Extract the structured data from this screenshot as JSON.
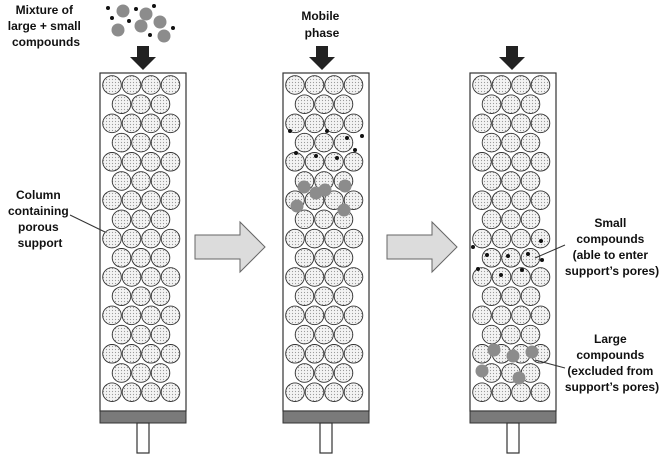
{
  "labels": {
    "mixture": [
      "Mixture of",
      "large + small",
      "compounds"
    ],
    "mobile_phase": [
      "Mobile",
      "phase"
    ],
    "column": [
      "Column",
      "containing",
      "porous",
      "support"
    ],
    "small": [
      "Small",
      "compounds",
      "(able to enter",
      "support’s pores)"
    ],
    "large": [
      "Large",
      "compounds",
      "(excluded from",
      "support’s pores)"
    ]
  },
  "stages": [
    "initial",
    "separating",
    "separated"
  ],
  "colors": {
    "bead_fill": "#e6e6e6",
    "bead_stroke": "#333333",
    "large_compound": "#8c8c8c",
    "small_compound": "#111111",
    "frit": "#7a7a7a",
    "arrow_fill": "#dcdcdc"
  },
  "icons": [
    "down-arrow-icon",
    "right-arrow-icon"
  ]
}
